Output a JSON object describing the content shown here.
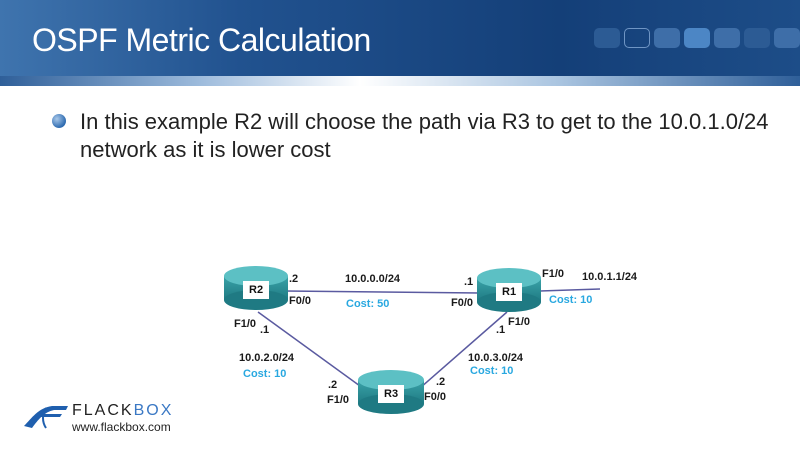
{
  "header": {
    "title": "OSPF Metric Calculation"
  },
  "bullet": "In this example R2 will choose the path via R3 to get to the 10.0.1.0/24 network as it is lower cost",
  "routers": {
    "r1": "R1",
    "r2": "R2",
    "r3": "R3"
  },
  "links": {
    "r2_r1": {
      "network": "10.0.0.0/24",
      "cost": "Cost: 50",
      "r2_ip": ".2",
      "r2_if": "F0/0",
      "r1_ip": ".1",
      "r1_if": "F0/0"
    },
    "r1_lan": {
      "network": "10.0.1.1/24",
      "cost": "Cost: 10",
      "r1_if": "F1/0"
    },
    "r2_r3": {
      "network": "10.0.2.0/24",
      "cost": "Cost: 10",
      "r2_ip": ".1",
      "r2_if": "F1/0",
      "r3_ip": ".2",
      "r3_if": "F1/0"
    },
    "r3_r1": {
      "network": "10.0.3.0/24",
      "cost": "Cost: 10",
      "r3_ip": ".2",
      "r3_if": "F0/0",
      "r1_ip": ".1",
      "r1_if": "F1/0"
    }
  },
  "logo": {
    "name_a": "FLACK",
    "name_b": "BOX",
    "url": "www.flackbox.com"
  }
}
